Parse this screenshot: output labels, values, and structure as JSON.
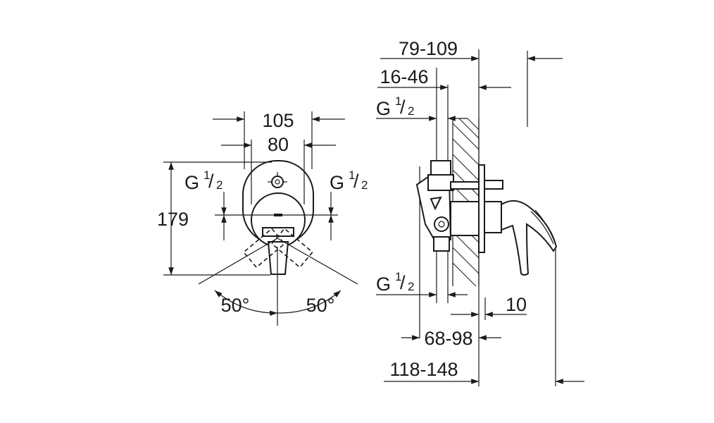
{
  "front_view": {
    "width_outer": "105",
    "width_inner": "80",
    "height": "179",
    "thread_left": {
      "base": "G",
      "num": "1",
      "den": "2"
    },
    "thread_right": {
      "base": "G",
      "num": "1",
      "den": "2"
    },
    "angle_left": "50°",
    "angle_right": "50°"
  },
  "side_view": {
    "depth_range_a": "79-109",
    "depth_range_b": "16-46",
    "thread_top": {
      "base": "G",
      "num": "1",
      "den": "2"
    },
    "thread_bottom": {
      "base": "G",
      "num": "1",
      "den": "2"
    },
    "offset": "10",
    "depth_range_c": "68-98",
    "depth_range_d": "118-148"
  },
  "colors": {
    "line": "#1a1a1a",
    "background": "#ffffff"
  }
}
